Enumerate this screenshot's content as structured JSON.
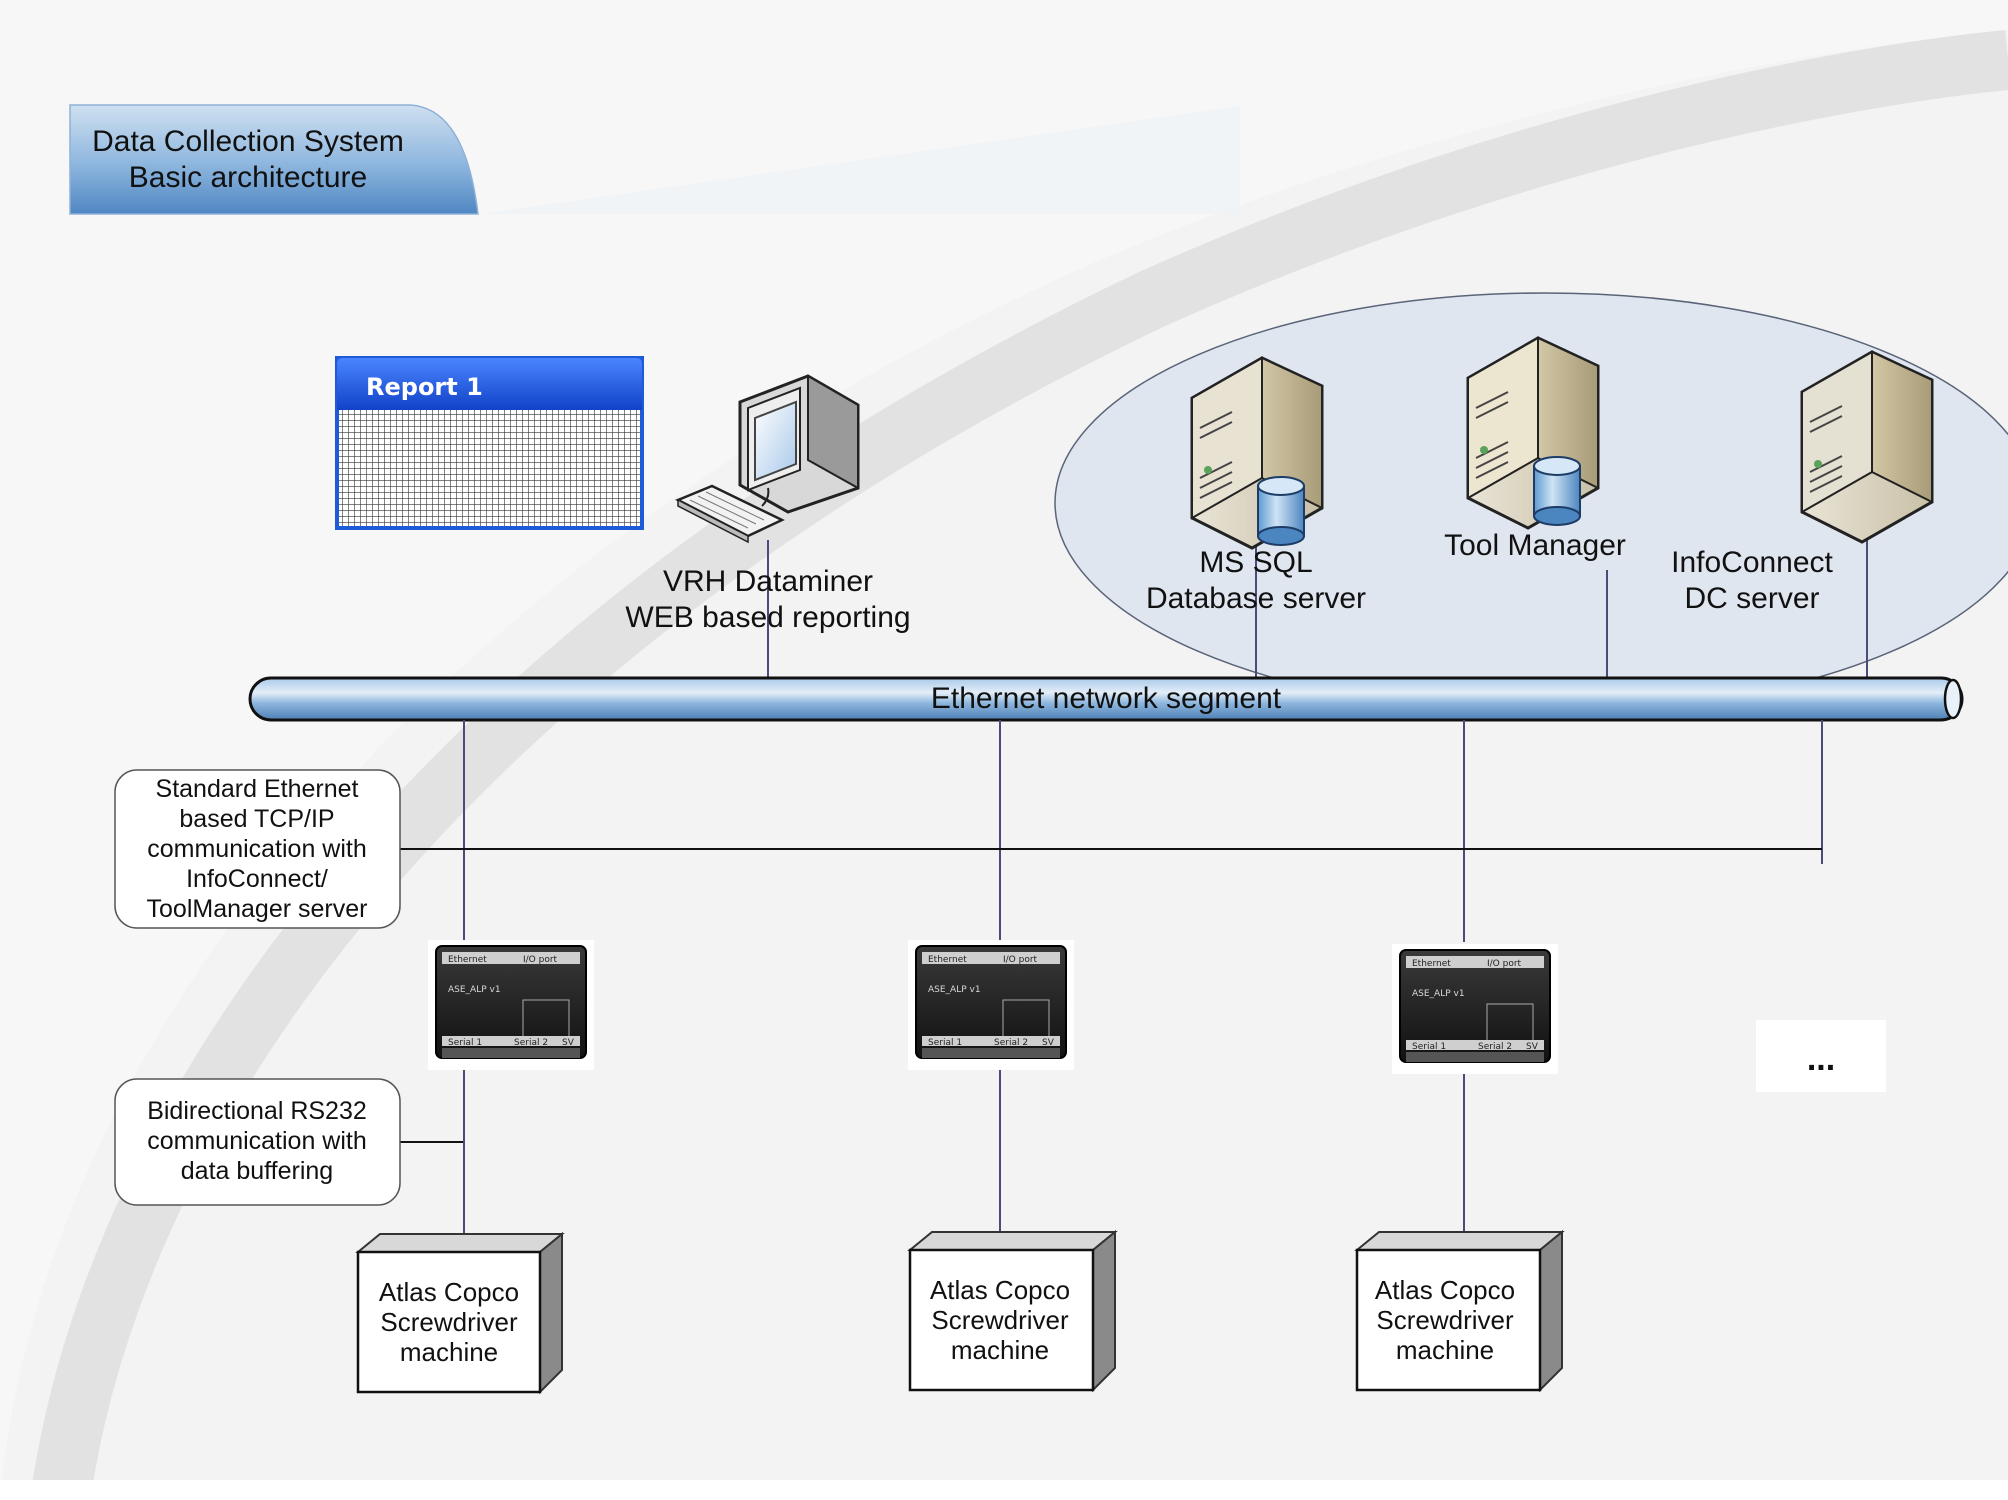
{
  "title": {
    "line1": "Data Collection System",
    "line2": "Basic architecture"
  },
  "report": {
    "label": "Report 1"
  },
  "workstation": {
    "line1": "VRH Dataminer",
    "line2": "WEB based reporting",
    "icon": "computer-workstation-icon"
  },
  "servers": {
    "mssql": {
      "line1": "MS SQL",
      "line2": "Database server",
      "icon": "database-server-icon"
    },
    "toolmanager": {
      "line1": "Tool Manager",
      "icon": "tool-manager-server-icon"
    },
    "infoconnect": {
      "line1": "InfoConnect",
      "line2": "DC server",
      "icon": "server-icon"
    }
  },
  "network": {
    "label": "Ethernet network segment"
  },
  "notes": {
    "tcp": {
      "line1": "Standard Ethernet",
      "line2": "based TCP/IP",
      "line3": "communication with",
      "line4": "InfoConnect/",
      "line5": "ToolManager server"
    },
    "rs232": {
      "line1": "Bidirectional RS232",
      "line2": "communication with",
      "line3": "data buffering"
    }
  },
  "devices": [
    {
      "port1": "Ethernet",
      "port2": "I/O port",
      "model": "ASE_ALP v1",
      "serial1": "Serial 1",
      "serial2": "Serial 2",
      "sv": "SV",
      "icon": "data-collector-device-icon"
    },
    {
      "port1": "Ethernet",
      "port2": "I/O port",
      "model": "ASE_ALP v1",
      "serial1": "Serial 1",
      "serial2": "Serial 2",
      "sv": "SV",
      "icon": "data-collector-device-icon"
    },
    {
      "port1": "Ethernet",
      "port2": "I/O port",
      "model": "ASE_ALP v1",
      "serial1": "Serial 1",
      "serial2": "Serial 2",
      "sv": "SV",
      "icon": "data-collector-device-icon"
    }
  ],
  "machines": [
    {
      "line1": "Atlas Copco",
      "line2": "Screwdriver",
      "line3": "machine"
    },
    {
      "line1": "Atlas Copco",
      "line2": "Screwdriver",
      "line3": "machine"
    },
    {
      "line1": "Atlas Copco",
      "line2": "Screwdriver",
      "line3": "machine"
    }
  ],
  "more": {
    "label": "..."
  },
  "colors": {
    "accent_blue": "#5b93c8",
    "report_blue": "#1e5bd8",
    "pipe_blue": "#7fb0dc",
    "link": "#4b4b7a"
  }
}
